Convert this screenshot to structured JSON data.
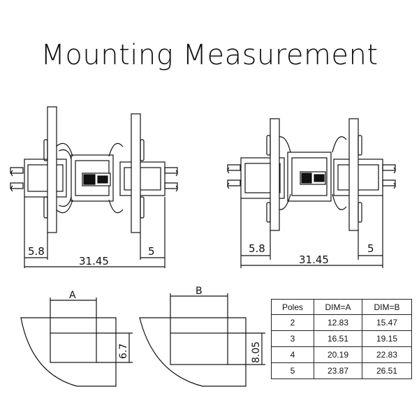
{
  "title": "Mounting Measurement",
  "left_assembly": {
    "dim_left": "5.8",
    "dim_total": "31.45",
    "dim_right": "5"
  },
  "right_assembly": {
    "dim_left": "5.8",
    "dim_total": "31.45",
    "dim_right": "5"
  },
  "cutout_a": {
    "width_label": "A",
    "height_label": "6.7"
  },
  "cutout_b": {
    "width_label": "B",
    "height_label": "8.05"
  },
  "table": {
    "headers": [
      "Poles",
      "DIM=A",
      "DIM=B"
    ],
    "rows": [
      [
        "2",
        "12.83",
        "15.47"
      ],
      [
        "3",
        "16.51",
        "19.15"
      ],
      [
        "4",
        "20.19",
        "22.83"
      ],
      [
        "5",
        "23.87",
        "26.51"
      ]
    ]
  }
}
